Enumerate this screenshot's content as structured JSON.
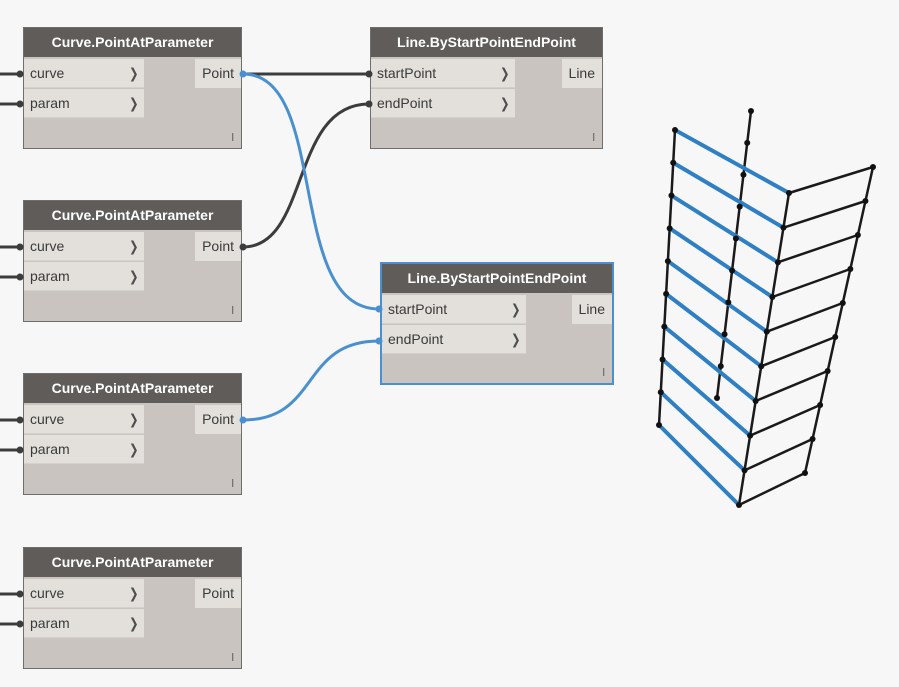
{
  "nodes": [
    {
      "id": "cpap1",
      "title": "Curve.PointAtParameter",
      "inputs": [
        "curve",
        "param"
      ],
      "output": "Point",
      "lacing": "l"
    },
    {
      "id": "cpap2",
      "title": "Curve.PointAtParameter",
      "inputs": [
        "curve",
        "param"
      ],
      "output": "Point",
      "lacing": "l"
    },
    {
      "id": "cpap3",
      "title": "Curve.PointAtParameter",
      "inputs": [
        "curve",
        "param"
      ],
      "output": "Point",
      "lacing": "l"
    },
    {
      "id": "cpap4",
      "title": "Curve.PointAtParameter",
      "inputs": [
        "curve",
        "param"
      ],
      "output": "Point",
      "lacing": "l"
    },
    {
      "id": "lbse1",
      "title": "Line.ByStartPointEndPoint",
      "inputs": [
        "startPoint",
        "endPoint"
      ],
      "output": "Line",
      "lacing": "l",
      "selected": false
    },
    {
      "id": "lbse2",
      "title": "Line.ByStartPointEndPoint",
      "inputs": [
        "startPoint",
        "endPoint"
      ],
      "output": "Line",
      "lacing": "l",
      "selected": true
    }
  ],
  "wires": [
    {
      "from": "cpap1.Point",
      "to": "lbse1.startPoint",
      "highlighted": false
    },
    {
      "from": "cpap2.Point",
      "to": "lbse1.endPoint",
      "highlighted": false
    },
    {
      "from": "cpap1.Point",
      "to": "lbse2.startPoint",
      "highlighted": true
    },
    {
      "from": "cpap3.Point",
      "to": "lbse2.endPoint",
      "highlighted": true
    }
  ],
  "colors": {
    "canvas": "#f7f7f7",
    "node_header": "#5f5c59",
    "node_body": "#c9c4bf",
    "port_bg": "#e3e0dc",
    "wire": "#3c3c3c",
    "wire_highlight": "#4a90d0",
    "selection_border": "#4a90d0",
    "preview_line": "#1a1a1a",
    "preview_highlight_line": "#2f7fc4"
  }
}
